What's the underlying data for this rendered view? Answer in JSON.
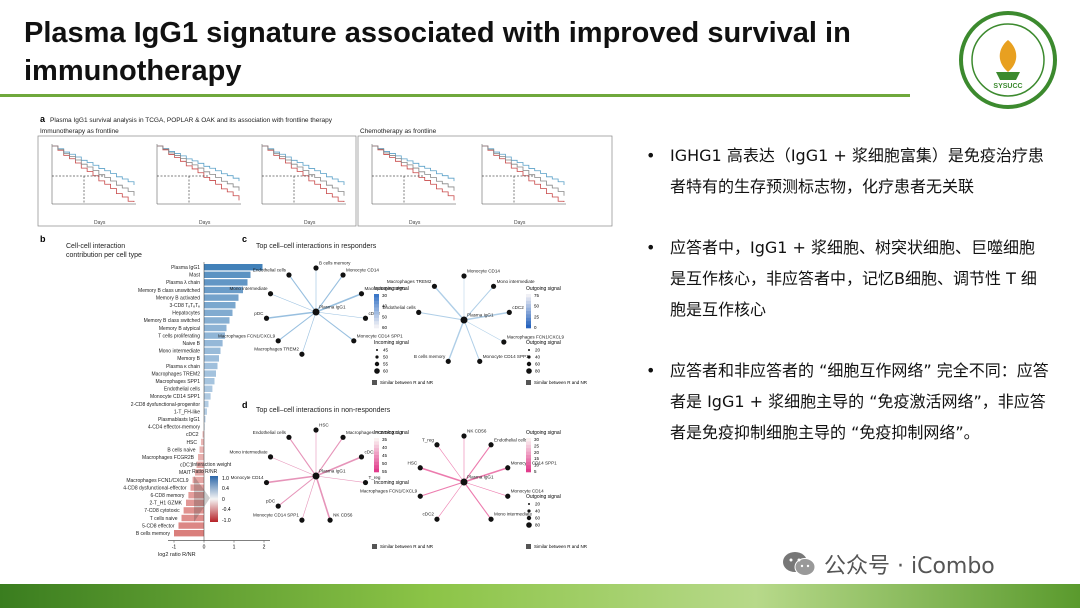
{
  "title": "Plasma IgG1 signature associated with improved survival in immunotherapy",
  "logo_text": "SYSUCC",
  "figure": {
    "panel_a": {
      "label": "a",
      "title": "Plasma IgG1 survival analysis in TCGA, POPLAR & OAK and its association with frontline therapy",
      "left_header": "Immunotherapy as frontline",
      "right_header": "Chemotherapy as frontline",
      "xlabel": "Days"
    },
    "panel_b": {
      "label": "b",
      "title_line1": "Cell-cell interaction",
      "title_line2": "contribution per cell type",
      "xlabel": "log2 ratio R/NR",
      "legend_title_line1": "Interaction weight",
      "legend_title_line2": "Ratio R/NR",
      "legend_ticks": [
        "1.0",
        "0.4",
        "0",
        "-0.4",
        "-1.0"
      ],
      "cell_types": [
        "Plasma IgG1",
        "Mast",
        "Plasma λ chain",
        "Memory B class unswitched",
        "Memory B activated",
        "3-CD8 TₑTₑTₑ",
        "Hepatocytes",
        "Memory B class switched",
        "Memory B atypical",
        "T cells proliferating",
        "Naive B",
        "Mono intermediate",
        "Memory B",
        "Plasma κ chain",
        "Macrophages TREM2",
        "Macrophages SPP1",
        "Endothelial cells",
        "Monocyte CD14 SPP1",
        "2-CD8 dysfunctional-progenitor",
        "1-T_FH-like",
        "Plasmablasts IgG1",
        "4-CD4 effector-memory",
        "cDC2",
        "HSC",
        "B cells naive",
        "Macrophages FCGR2B",
        "cDC1",
        "MAIT",
        "Macrophages FCN1/CXCL9",
        "4-CD8 dysfunctional-effector",
        "6-CD8 memory",
        "2-T_H1 GZMK",
        "7-CD8 cytotoxic",
        "T cells naive",
        "5-CD8 effector",
        "B cells memory"
      ],
      "x_ticks": [
        "-1",
        "0",
        "1",
        "2"
      ]
    },
    "panel_c": {
      "label": "c",
      "title": "Top cell–cell interactions in responders",
      "left_nodes": [
        "B cells memory",
        "Monocyte CD14",
        "Macrophages SPP1",
        "cDC2",
        "Monocyte CD14 SPP1",
        "Plasma IgG1",
        "Macrophages TREM2",
        "Macrophages FCN1/CXCL9",
        "pDC",
        "Mono intermediate",
        "Endothelial cells"
      ],
      "right_nodes": [
        "Monocyte CD14",
        "Mono intermediate",
        "cDC2",
        "Macrophages FCN1/CXCL9",
        "Monocyte CD14 SPP1",
        "B cells memory",
        "Plasma IgG1",
        "Endothelial cells",
        "Macrophages TREM2"
      ],
      "incoming_label": "Incoming signal",
      "incoming_ticks": [
        "30",
        "40",
        "50",
        "60"
      ],
      "outgoing_label": "Outgoing signal",
      "outgoing_ticks": [
        "75",
        "50",
        "25",
        "0"
      ],
      "incoming_size_ticks": [
        "45",
        "50",
        "55",
        "60"
      ],
      "outgoing_size_ticks": [
        "20",
        "40",
        "60",
        "80"
      ],
      "similar_label": "Similar between R and NR"
    },
    "panel_d": {
      "label": "d",
      "title": "Top cell–cell interactions in non-responders",
      "left_nodes": [
        "HSC",
        "Macrophages FCN1/CXCL9",
        "cDC2",
        "T_reg",
        "Plasma IgG1",
        "NK CD56",
        "Monocyte CD14 SPP1",
        "pDC",
        "Monocyte CD14",
        "Mono intermediate",
        "Endothelial cells"
      ],
      "right_nodes": [
        "NK CD56",
        "Endothelial cells",
        "Monocyte CD14 SPP1",
        "Monocyte CD14",
        "Mono intermediate",
        "Plasma IgG1",
        "cDC2",
        "Macrophages FCN1/CXCL9",
        "HSC",
        "T_reg"
      ],
      "incoming_label": "Incoming signal",
      "incoming_ticks": [
        "35",
        "40",
        "45",
        "50",
        "55"
      ],
      "outgoing_label": "Outgoing signal",
      "outgoing_ticks": [
        "30",
        "25",
        "20",
        "15",
        "10",
        "5"
      ],
      "outgoing_size_ticks": [
        "20",
        "40",
        "60",
        "80"
      ],
      "similar_label": "Similar between R and NR"
    }
  },
  "bullets": [
    "IGHG1 高表达（IgG1 + 浆细胞富集）是免疫治疗患者特有的生存预测标志物，化疗患者无关联",
    "应答者中，IgG1 + 浆细胞、树突状细胞、巨噬细胞是互作核心，非应答者中，记忆B细胞、调节性 T 细胞是互作核心",
    "应答者和非应答者的 “细胞互作网络” 完全不同：应答者是 IgG1 + 浆细胞主导的 “免疫激活网络”，非应答者是免疫抑制细胞主导的 “免疫抑制网络”。"
  ],
  "watermark": "公众号 · iCombo",
  "chart_data": {
    "type": "bar",
    "title": "Cell-cell interaction contribution per cell type",
    "xlabel": "log2 ratio R/NR",
    "xlim": [
      -1.2,
      2.2
    ],
    "categories": [
      "Plasma IgG1",
      "Mast",
      "Plasma λ chain",
      "Memory B class unswitched",
      "Memory B activated",
      "3-CD8 TₑTₑTₑ",
      "Hepatocytes",
      "Memory B class switched",
      "Memory B atypical",
      "T cells proliferating",
      "Naive B",
      "Mono intermediate",
      "Memory B",
      "Plasma κ chain",
      "Macrophages TREM2",
      "Macrophages SPP1",
      "Endothelial cells",
      "Monocyte CD14 SPP1",
      "2-CD8 dysfunctional-progenitor",
      "1-T_FH-like",
      "Plasmablasts IgG1",
      "4-CD4 effector-memory",
      "cDC2",
      "HSC",
      "B cells naive",
      "Macrophages FCGR2B",
      "cDC1",
      "MAIT",
      "Macrophages FCN1/CXCL9",
      "4-CD8 dysfunctional-effector",
      "6-CD8 memory",
      "2-T_H1 GZMK",
      "7-CD8 cytotoxic",
      "T cells naive",
      "5-CD8 effector",
      "B cells memory"
    ],
    "values": [
      1.95,
      1.55,
      1.45,
      1.3,
      1.15,
      1.05,
      0.95,
      0.85,
      0.75,
      0.7,
      0.62,
      0.55,
      0.5,
      0.45,
      0.4,
      0.35,
      0.28,
      0.22,
      0.15,
      0.1,
      0.05,
      0.02,
      -0.05,
      -0.1,
      -0.15,
      -0.2,
      -0.25,
      -0.3,
      -0.38,
      -0.45,
      -0.52,
      -0.6,
      -0.68,
      -0.75,
      -0.85,
      -1.0
    ],
    "colors": {
      "positive": "#3f7fb8",
      "negative": "#c8403c"
    }
  }
}
